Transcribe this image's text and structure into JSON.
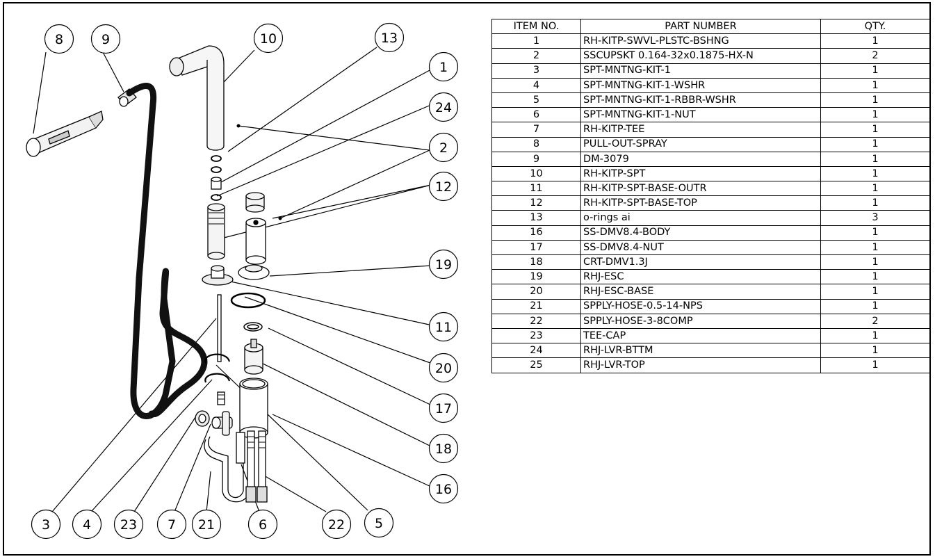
{
  "bom": {
    "headers": {
      "item": "ITEM NO.",
      "part": "PART NUMBER",
      "qty": "QTY."
    },
    "rows": [
      {
        "item": "1",
        "part": "RH-KITP-SWVL-PLSTC-BSHNG",
        "qty": "1"
      },
      {
        "item": "2",
        "part": "SSCUPSKT 0.164-32x0.1875-HX-N",
        "qty": "2"
      },
      {
        "item": "3",
        "part": "SPT-MNTNG-KIT-1",
        "qty": "1"
      },
      {
        "item": "4",
        "part": "SPT-MNTNG-KIT-1-WSHR",
        "qty": "1"
      },
      {
        "item": "5",
        "part": "SPT-MNTNG-KIT-1-RBBR-WSHR",
        "qty": "1"
      },
      {
        "item": "6",
        "part": "SPT-MNTNG-KIT-1-NUT",
        "qty": "1"
      },
      {
        "item": "7",
        "part": "RH-KITP-TEE",
        "qty": "1"
      },
      {
        "item": "8",
        "part": "PULL-OUT-SPRAY",
        "qty": "1"
      },
      {
        "item": "9",
        "part": "DM-3079",
        "qty": "1"
      },
      {
        "item": "10",
        "part": "RH-KITP-SPT",
        "qty": "1"
      },
      {
        "item": "11",
        "part": "RH-KITP-SPT-BASE-OUTR",
        "qty": "1"
      },
      {
        "item": "12",
        "part": "RH-KITP-SPT-BASE-TOP",
        "qty": "1"
      },
      {
        "item": "13",
        "part": "o-rings ai",
        "qty": "3"
      },
      {
        "item": "16",
        "part": "SS-DMV8.4-BODY",
        "qty": "1"
      },
      {
        "item": "17",
        "part": "SS-DMV8.4-NUT",
        "qty": "1"
      },
      {
        "item": "18",
        "part": "CRT-DMV1.3J",
        "qty": "1"
      },
      {
        "item": "19",
        "part": "RHJ-ESC",
        "qty": "1"
      },
      {
        "item": "20",
        "part": "RHJ-ESC-BASE",
        "qty": "1"
      },
      {
        "item": "21",
        "part": "SPPLY-HOSE-0.5-14-NPS",
        "qty": "1"
      },
      {
        "item": "22",
        "part": "SPPLY-HOSE-3-8COMP",
        "qty": "2"
      },
      {
        "item": "23",
        "part": "TEE-CAP",
        "qty": "1"
      },
      {
        "item": "24",
        "part": "RHJ-LVR-BTTM",
        "qty": "1"
      },
      {
        "item": "25",
        "part": "RHJ-LVR-TOP",
        "qty": "1"
      }
    ]
  },
  "balloons": {
    "b8": "8",
    "b9": "9",
    "b10": "10",
    "b13": "13",
    "b1": "1",
    "b24": "24",
    "b2": "2",
    "b12": "12",
    "b19": "19",
    "b11": "11",
    "b20": "20",
    "b17": "17",
    "b18": "18",
    "b16": "16",
    "b3": "3",
    "b4": "4",
    "b23": "23",
    "b7": "7",
    "b21": "21",
    "b6": "6",
    "b22": "22",
    "b5": "5"
  }
}
